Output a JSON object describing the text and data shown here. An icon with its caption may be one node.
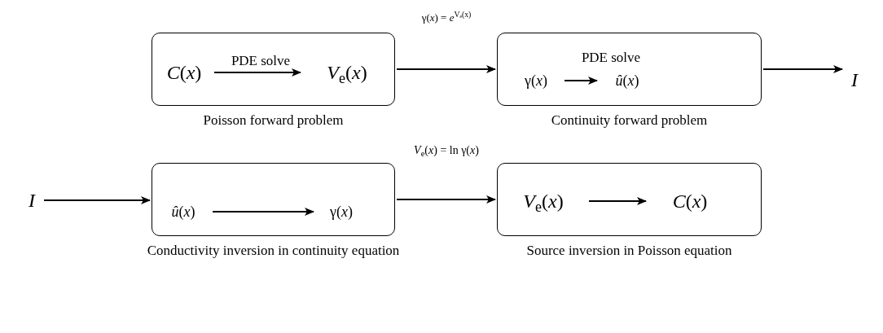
{
  "diagram": {
    "nodes": [
      {
        "text": [],
        "shape": "box",
        "beside": [
          "Poisson forward problem"
        ]
      },
      {
        "text": [
          "*C*(*x*)"
        ],
        "in": 0
      },
      {
        "text": [
          "*V*$_{e}$(*x*)"
        ],
        "in": 0
      },
      {
        "text": [],
        "shape": "box",
        "beside": [
          "Continuity forward problem"
        ]
      },
      {
        "text": [
          "γ(*x*)"
        ],
        "in": 3
      },
      {
        "text": [
          "*û*(*x*)"
        ],
        "in": 3
      },
      {
        "text": [
          "*I*"
        ]
      },
      {
        "text": [
          "*I*"
        ]
      },
      {
        "text": [],
        "shape": "box",
        "beside": [
          "Conductivity inversion in continuity equation"
        ]
      },
      {
        "text": [
          "*û*(*x*)"
        ],
        "in": 8
      },
      {
        "text": [
          "γ(*x*)"
        ],
        "in": 8
      },
      {
        "text": [],
        "shape": "box",
        "beside": [
          "Source inversion in Poisson equation"
        ]
      },
      {
        "text": [
          "*V*$_{e}$(*x*)"
        ],
        "in": 11
      },
      {
        "text": [
          "*C*(*x*)"
        ],
        "in": 11
      }
    ],
    "edges": [
      {
        "from": 1,
        "to": 2,
        "arrow": "to",
        "label": "PDE solve"
      },
      {
        "from": 0,
        "to": 3,
        "arrow": "to",
        "label": "γ(*x*) = *e*$^{Vₑ(x)}$"
      },
      {
        "from": 4,
        "to": 5,
        "arrow": "to",
        "label": "PDE solve"
      },
      {
        "from": 3,
        "to": 6,
        "arrow": "to"
      },
      {
        "from": 7,
        "to": 8,
        "arrow": "to"
      },
      {
        "from": 9,
        "to": 10,
        "arrow": "to"
      },
      {
        "from": 8,
        "to": 11,
        "arrow": "to",
        "label": "*V*$_{e}$(*x*) = ln γ(*x*)"
      },
      {
        "from": 12,
        "to": 13,
        "arrow": "to"
      }
    ]
  }
}
